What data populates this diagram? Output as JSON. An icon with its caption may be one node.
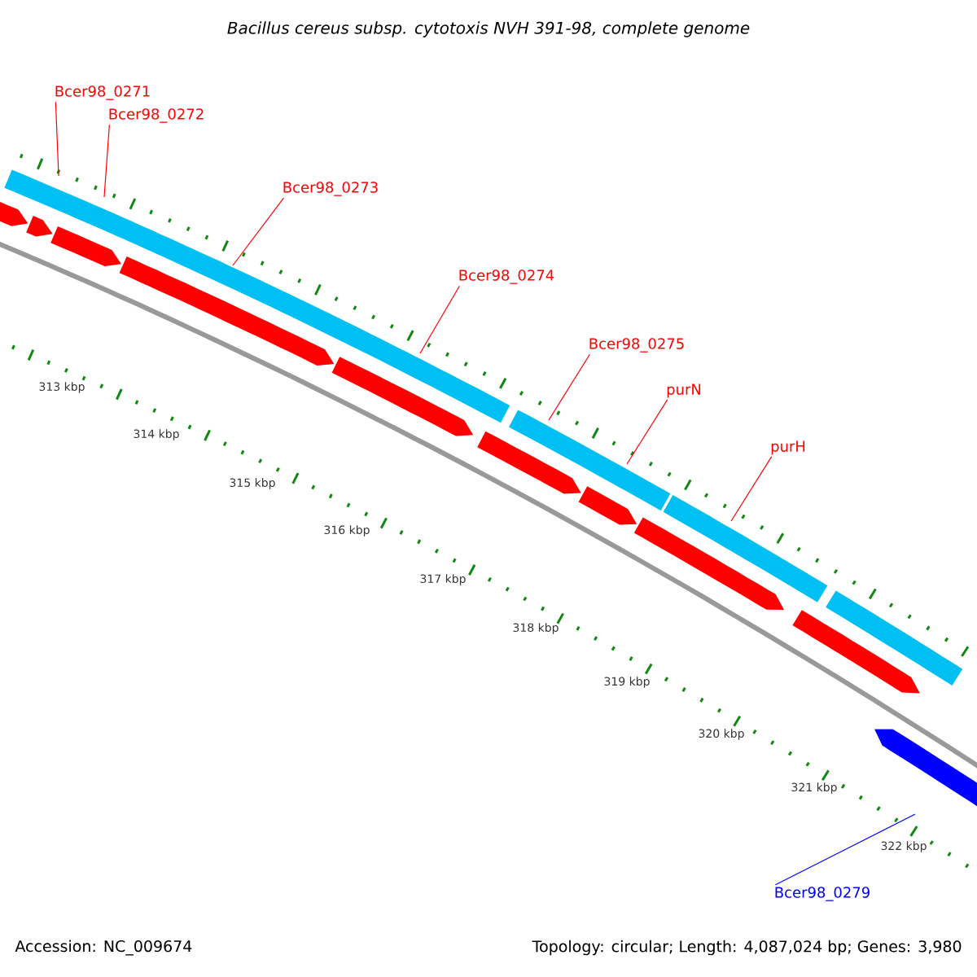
{
  "diagram": {
    "title": "Bacillus cereus subsp. cytotoxis NVH 391-98, complete genome",
    "nodes": [
      {
        "text": [
          "Bcer98_0271"
        ]
      },
      {
        "text": [
          "Bcer98_0272"
        ]
      },
      {
        "text": [
          "Bcer98_0273"
        ]
      },
      {
        "text": [
          "Bcer98_0274"
        ]
      },
      {
        "text": [
          "Bcer98_0275"
        ]
      },
      {
        "text": [
          "purN"
        ]
      },
      {
        "text": [
          "purH"
        ]
      },
      {
        "text": [
          "Bcer98_0279"
        ]
      }
    ],
    "edges": [
      {
        "from": 0,
        "to": null,
        "arrow": "none"
      },
      {
        "from": 1,
        "to": null,
        "arrow": "none"
      },
      {
        "from": 2,
        "to": null,
        "arrow": "none"
      },
      {
        "from": 3,
        "to": null,
        "arrow": "none"
      },
      {
        "from": 4,
        "to": null,
        "arrow": "none"
      },
      {
        "from": 5,
        "to": null,
        "arrow": "none"
      },
      {
        "from": 6,
        "to": null,
        "arrow": "none"
      },
      {
        "from": 7,
        "to": null,
        "arrow": "none",
        "color": "#0000ff"
      }
    ],
    "labels": [
      "313 kbp",
      "314 kbp",
      "315 kbp",
      "316 kbp",
      "317 kbp",
      "318 kbp",
      "319 kbp",
      "320 kbp",
      "321 kbp",
      "322 kbp",
      "Accession: NC_009674",
      "Topology: circular; Length: 4,087,024 bp; Genes: 3,980"
    ]
  }
}
